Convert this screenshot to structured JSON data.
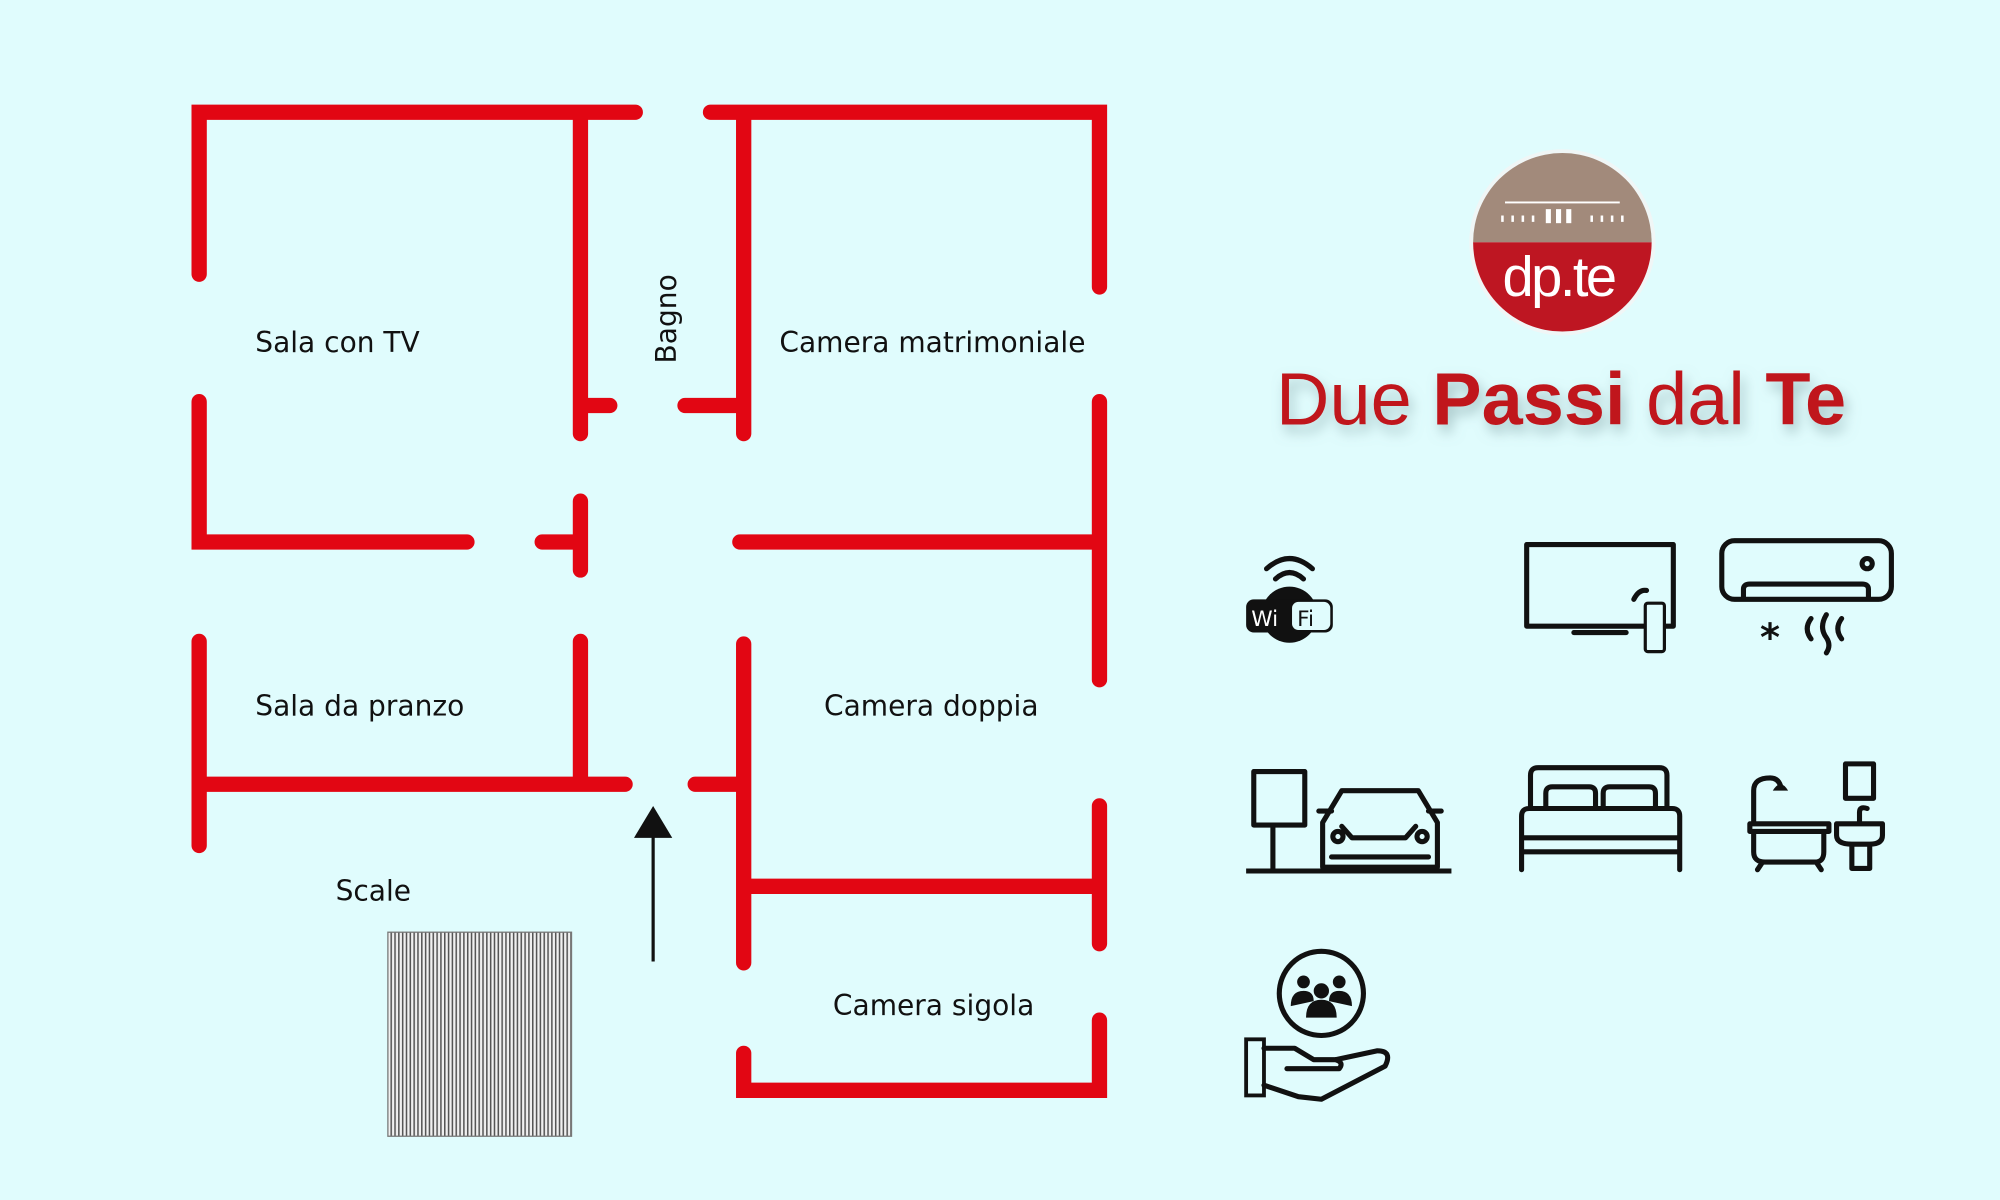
{
  "rooms": {
    "living": "Sala con TV",
    "bathroom": "Bagno",
    "master": "Camera matrimoniale",
    "dining": "Sala da pranzo",
    "double": "Camera doppia",
    "single": "Camera sigola"
  },
  "scale_label": "Scale",
  "logo": {
    "text": "dp.te"
  },
  "tagline": {
    "w1": "Due ",
    "w2": "Passi",
    "w3": " dal ",
    "w4": "Te"
  },
  "amenities": [
    {
      "icon": "wifi-icon",
      "text_a": "Wi",
      "text_b": "Fi"
    },
    {
      "icon": "tv-icon"
    },
    {
      "icon": "air-conditioner-icon"
    },
    {
      "icon": "parking-icon"
    },
    {
      "icon": "double-bed-icon"
    },
    {
      "icon": "bathroom-icon"
    },
    {
      "icon": "hospitality-icon"
    }
  ],
  "colors": {
    "wall": "#e20613",
    "background": "#e0fcfd",
    "brand_red": "#c0161f",
    "brand_taupe": "#a28a7b"
  }
}
